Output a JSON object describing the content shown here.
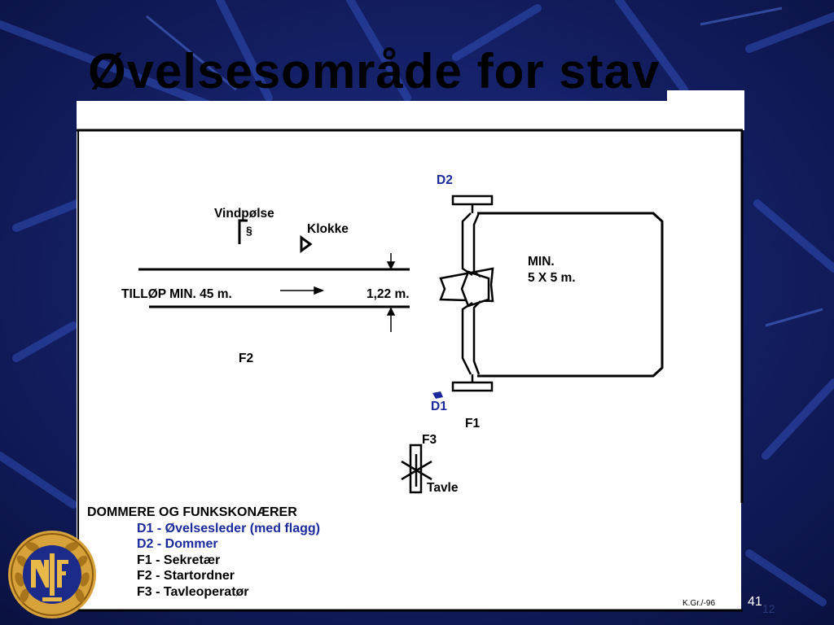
{
  "slide": {
    "title": "Øvelsesområde for stav",
    "page_number": "41",
    "page_number_ghost": "12",
    "credit": "K.Gr./-96"
  },
  "diagram": {
    "labels": {
      "wind_sock": "Vindpølse",
      "paragraph_symbol": "§",
      "clock": "Klokke",
      "runway": "TILLØP MIN. 45 m.",
      "runway_width": "1,22 m.",
      "landing_line1": "MIN.",
      "landing_line2": "5 X 5 m.",
      "d2": "D2",
      "d1": "D1",
      "f1": "F1",
      "f2": "F2",
      "f3": "F3",
      "board": "Tavle"
    }
  },
  "legend": {
    "heading": "DOMMERE OG FUNKSKONÆRER",
    "items": [
      {
        "text": "D1 - Øvelsesleder (med flagg)",
        "color": "#1a2a9c"
      },
      {
        "text": "D2 - Dommer",
        "color": "#1a2a9c"
      },
      {
        "text": "F1 - Sekretær",
        "color": "#000000"
      },
      {
        "text": "F2 - Startordner",
        "color": "#000000"
      },
      {
        "text": "F3 - Tavleoperatør",
        "color": "#000000"
      }
    ]
  },
  "theme": {
    "background": "#0d1650",
    "accent_blue": "#1a2a9c",
    "panel": "#ffffff"
  }
}
